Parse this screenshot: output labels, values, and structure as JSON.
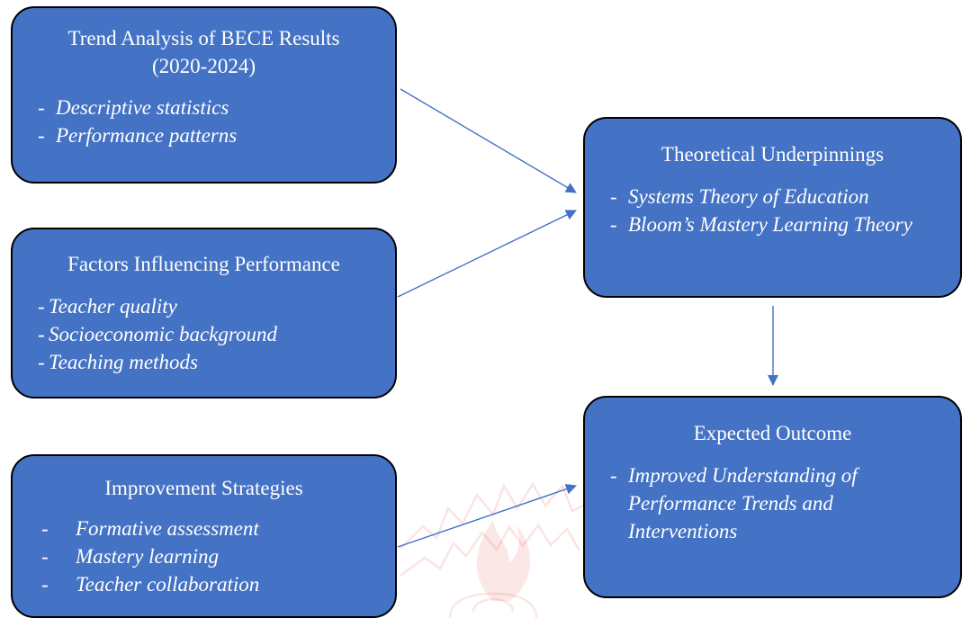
{
  "colors": {
    "box_fill": "#4472c4",
    "box_border": "#000000",
    "box_text": "#ffffff",
    "arrow": "#4472c4",
    "watermark": "#e23b2e"
  },
  "nodes": {
    "trend": {
      "title_line1": "Trend Analysis of BECE Results",
      "title_line2": "(2020-2024)",
      "items": [
        "Descriptive statistics",
        "Performance patterns"
      ]
    },
    "factors": {
      "title": "Factors Influencing Performance",
      "items": [
        "Teacher quality",
        "Socioeconomic background",
        "Teaching methods"
      ]
    },
    "improvement": {
      "title": "Improvement Strategies",
      "items": [
        "Formative assessment",
        "Mastery learning",
        "Teacher collaboration"
      ]
    },
    "theory": {
      "title": "Theoretical Underpinnings",
      "items": [
        "Systems Theory of Education",
        "Bloom’s Mastery Learning Theory"
      ]
    },
    "outcome": {
      "title": "Expected Outcome",
      "items": [
        "Improved Understanding of Performance Trends and Interventions"
      ]
    }
  },
  "edges": [
    {
      "from": "trend",
      "to": "theory"
    },
    {
      "from": "factors",
      "to": "theory"
    },
    {
      "from": "theory",
      "to": "outcome"
    },
    {
      "from": "improvement",
      "to": "outcome"
    }
  ],
  "item_marker": "-",
  "watermark_icon": "university-crest-icon"
}
